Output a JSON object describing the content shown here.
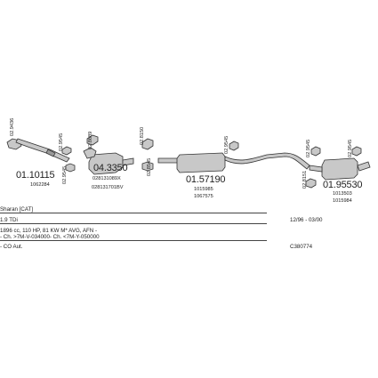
{
  "parts": [
    {
      "id": "front-pipe",
      "number": "01.10115",
      "refs": [
        "1062284"
      ]
    },
    {
      "id": "catalyst",
      "number": "04.3350",
      "refs": [
        "028131089X",
        "028131701BV"
      ]
    },
    {
      "id": "middle-silencer",
      "number": "01.57190",
      "refs": [
        "1015985",
        "1067575"
      ]
    },
    {
      "id": "rear-silencer",
      "number": "01.95530",
      "refs": [
        "1013503",
        "1015984"
      ]
    }
  ],
  "fittings": {
    "f1": "02.9436",
    "f2": "02.9545",
    "f3": "02.9545",
    "f4": "02.8689",
    "f5": "02.8150",
    "f6": "02.8545",
    "f7": "02.9545",
    "f8": "02.9545",
    "f9": "02.9545",
    "f10": "02.8151"
  },
  "vehicle": {
    "model": "Sharan  [CAT]",
    "engine": "1.9 TDi",
    "years": "12/96 - 03/00",
    "spec": "1896 cc, 110 HP, 81 KW M* AVG, AFN -",
    "chassis": "- Ch. >7M-V-034000- Ch. <7M-Y-050000",
    "gearbox": "- CO Aut.",
    "code": "C380774"
  }
}
